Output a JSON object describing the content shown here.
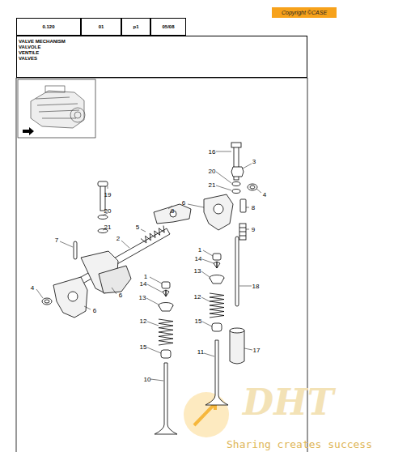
{
  "diagram": {
    "nodes": [
      {
        "text": [
          "0.120"
        ]
      },
      {
        "text": [
          "01"
        ]
      },
      {
        "text": [
          "p1"
        ]
      },
      {
        "text": [
          "05/08"
        ]
      },
      {
        "text": [
          "VALVE MECHANISM",
          "VALVOLE",
          "VENTILE",
          "VALVES"
        ]
      },
      {
        "text": [
          "Copyright ©CASE"
        ]
      }
    ],
    "labels": [
      "16",
      "3",
      "20",
      "4",
      "21",
      "6",
      "19",
      "8",
      "8",
      "20",
      "5",
      "9",
      "21",
      "7",
      "2",
      "1",
      "14",
      "13",
      "18",
      "1",
      "14",
      "6",
      "4",
      "13",
      "12",
      "6",
      "12",
      "15",
      "17",
      "15",
      "11",
      "10",
      "DHT",
      "Sharing creates success"
    ]
  }
}
